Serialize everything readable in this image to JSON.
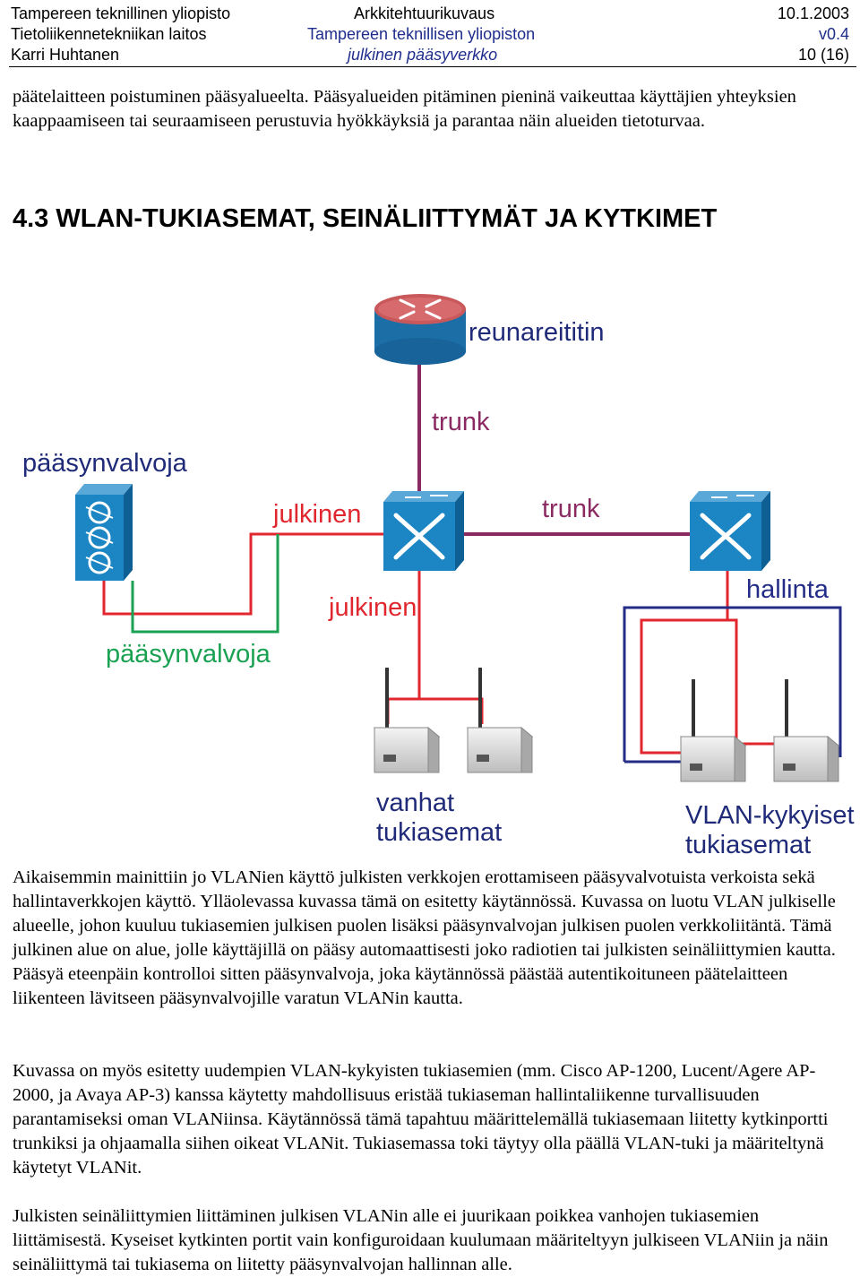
{
  "header": {
    "left": [
      "Tampereen teknillinen yliopisto",
      "Tietoliikennetekniikan laitos",
      "Karri Huhtanen"
    ],
    "center": [
      "Arkkitehtuurikuvaus",
      "Tampereen teknillisen yliopiston",
      "julkinen pääsyverkko"
    ],
    "right": [
      "10.1.2003",
      "v0.4",
      "10 (16)"
    ]
  },
  "intro_paragraph": "päätelaitteen poistuminen pääsyalueelta. Pääsyalueiden pitäminen pieninä vaikeuttaa käyttäjien yhteyksien kaappaamiseen tai seuraamiseen perustuvia hyökkäyksiä ja parantaa näin alueiden tietoturvaa.",
  "section_title": "4.3 WLAN-TUKIASEMAT, SEINÄLIITTYMÄT JA KYTKIMET",
  "figure": {
    "labels": {
      "edge_router": "reunareititin",
      "trunk_vertical": "trunk",
      "access_controller": "pääsynvalvoja",
      "public_top": "julkinen",
      "trunk_horizontal": "trunk",
      "public_bottom": "julkinen",
      "management": "hallinta",
      "access_control_vlan": "pääsynvalvoja",
      "old_aps_line1": "vanhat",
      "old_aps_line2": "tukiasemat",
      "vlan_aps_line1": "VLAN-kykyiset",
      "vlan_aps_line2": "tukiasemat"
    },
    "colors": {
      "public": "#e0262e",
      "access": "#1aa152",
      "trunk": "#8b2a62",
      "management": "#232c87",
      "device_blue": "#1c86c4",
      "router_red": "#c9585a"
    }
  },
  "paragraphs": [
    "Aikaisemmin mainittiin jo VLANien käyttö julkisten verkkojen erottamiseen pääsyvalvotuista verkoista sekä hallintaverkkojen käyttö. Ylläolevassa kuvassa tämä on esitetty käytännössä. Kuvassa on luotu VLAN julkiselle alueelle, johon kuuluu tukiasemien julkisen puolen lisäksi pääsynvalvojan julkisen puolen verkkoliitäntä. Tämä julkinen alue on alue, jolle käyttäjillä on pääsy automaattisesti joko radiotien tai julkisten seinäliittymien kautta. Pääsyä eteenpäin kontrolloi sitten pääsynvalvoja, joka käytännössä päästää autentikoituneen päätelaitteen liikenteen lävitseen pääsynvalvojille varatun VLANin kautta.",
    "Kuvassa on myös esitetty uudempien VLAN-kykyisten tukiasemien (mm. Cisco AP-1200, Lucent/Agere AP-2000, ja Avaya AP-3) kanssa käytetty mahdollisuus eristää tukiaseman hallintaliikenne turvallisuuden parantamiseksi oman VLANiinsa. Käytännössä tämä tapahtuu määrittelemällä tukiasemaan liitetty kytkinportti trunkiksi ja ohjaamalla siihen oikeat VLANit. Tukiasemassa toki täytyy olla päällä VLAN-tuki ja määriteltynä käytetyt VLANit.",
    "Julkisten seinäliittymien liittäminen julkisen VLANin alle ei juurikaan poikkea vanhojen tukiasemien liittämisestä. Kyseiset kytkinten portit vain konfiguroidaan kuulumaan määriteltyyn julkiseen VLANiin ja näin seinäliittymä tai tukiasema on liitetty pääsynvalvojan hallinnan alle."
  ]
}
